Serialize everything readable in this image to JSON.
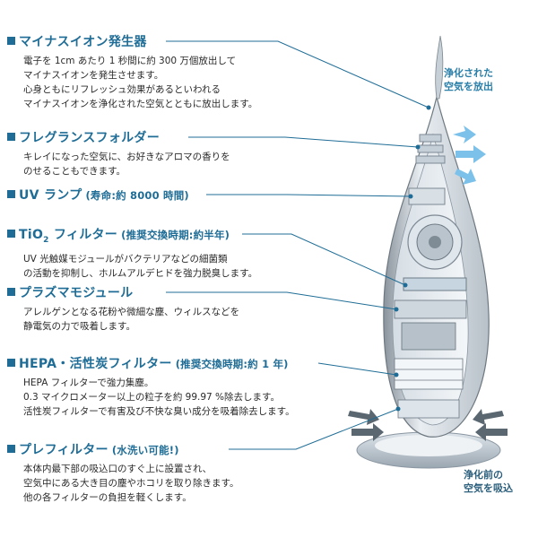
{
  "features": [
    {
      "title": "マイナスイオン発生器",
      "note": "",
      "lines": [
        "電子を 1cm あたり 1 秒間に約 300 万個放出して",
        "マイナスイオンを発生させます。",
        "心身ともにリフレッシュ効果があるといわれる",
        "マイナスイオンを浄化された空気とともに放出します。"
      ]
    },
    {
      "title": "フレグランスフォルダー",
      "note": "",
      "lines": [
        "キレイになった空気に、お好きなアロマの香りを",
        "のせることもできます。"
      ]
    },
    {
      "title": "UV ランプ",
      "note": "(寿命:約 8000 時間)",
      "lines": []
    },
    {
      "title": "TiO",
      "title_sub": "2",
      "title_rest": " フィルター",
      "note": "(推奨交換時期:約半年)",
      "lines": [
        "UV 光触媒モジュールがバクテリアなどの細菌類",
        "の活動を抑制し、ホルムアルデヒドを強力脱臭します。"
      ]
    },
    {
      "title": "プラズマモジュール",
      "note": "",
      "lines": [
        "アレルゲンとなる花粉や微細な塵、ウィルスなどを",
        "静電気の力で吸着します。"
      ]
    },
    {
      "title": "HEPA・活性炭フィルター",
      "note": "(推奨交換時期:約 1 年)",
      "lines": [
        "HEPA フィルターで強力集塵。",
        "0.3 マイクロメーター以上の粒子を約 99.97 %除去します。",
        "活性炭フィルターで有害及び不快な臭い成分を吸着除去します。"
      ]
    },
    {
      "title": "プレフィルター",
      "note": "(水洗い可能!)",
      "lines": [
        "本体内最下部の吸込口のすぐ上に設置され、",
        "空気中にある大き目の塵やホコリを取り除きます。",
        "他の各フィルターの負担を軽くします。"
      ]
    }
  ],
  "labels": {
    "top": [
      "浄化された",
      "空気を放出"
    ],
    "bottom": [
      "浄化前の",
      "空気を吸込"
    ]
  },
  "colors": {
    "accent": "#1f6d96",
    "body_text": "#2a2a2a"
  }
}
